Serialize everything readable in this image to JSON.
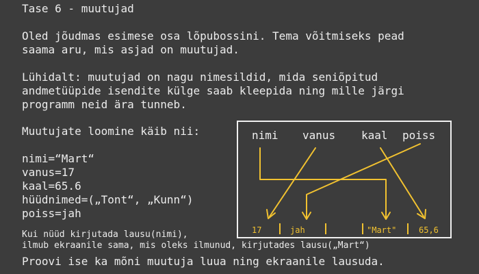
{
  "lesson": {
    "title": "Tase 6 - muutujad",
    "intro": [
      "Oled jõudmas esimese osa lõpubossini. Tema võitmiseks pead",
      "saama aru, mis asjad on muutujad."
    ],
    "summary": [
      "Lühidalt: muutujad on nagu nimesildid, mida seniõpitud",
      "andmetüüpide isendite külge saab kleepida ning mille järgi",
      "programm neid ära tunneb."
    ],
    "howto": "Muutujate loomine käib nii:",
    "code": [
      "nimi=“Mart“",
      "vanus=17",
      "kaal=65.6",
      "hüüdnimed=(„Tont“, „Kunn“)",
      "poiss=jah"
    ],
    "note": [
      "Kui nüüd kirjutada lausu(nimi),",
      "ilmub ekraanile sama, mis oleks ilmunud, kirjutades lausu(„Mart“)"
    ],
    "task": "Proovi ise ka mõni muutuja luua ning ekraanile lausuda."
  },
  "diagram": {
    "labels": [
      "nimi",
      "vanus",
      "kaal",
      "poiss"
    ],
    "values": [
      "17",
      "jah",
      "\"Mart\"",
      "65,6"
    ],
    "colors": {
      "arrow": "#f2c230",
      "border": "#f0f0f0",
      "value_text": "#f2c230"
    }
  }
}
